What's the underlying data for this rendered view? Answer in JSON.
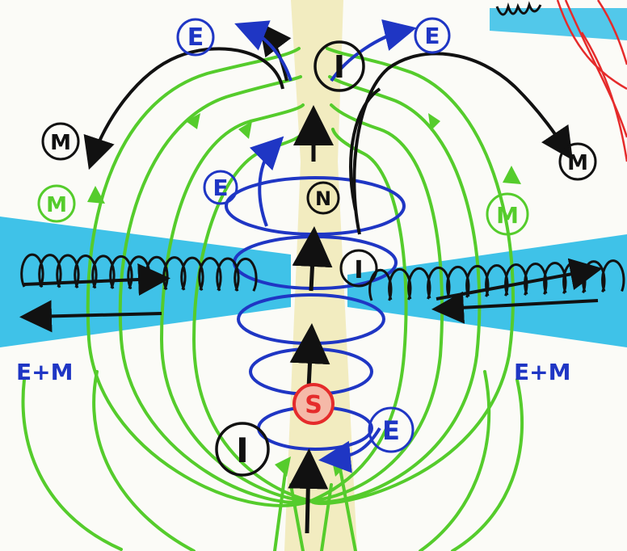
{
  "labels": {
    "E": "E",
    "M": "M",
    "I": "I",
    "N": "N",
    "S": "S",
    "E_plus_M": "E+M"
  },
  "colors": {
    "background": "#fbfbf7",
    "axis_band": "#f0e9b6",
    "disk_band": "#3fc2e8",
    "field_lines": "#55cc2c",
    "black_ink": "#111111",
    "blue_ink": "#1f36c4",
    "red_ink": "#e52b2b"
  }
}
